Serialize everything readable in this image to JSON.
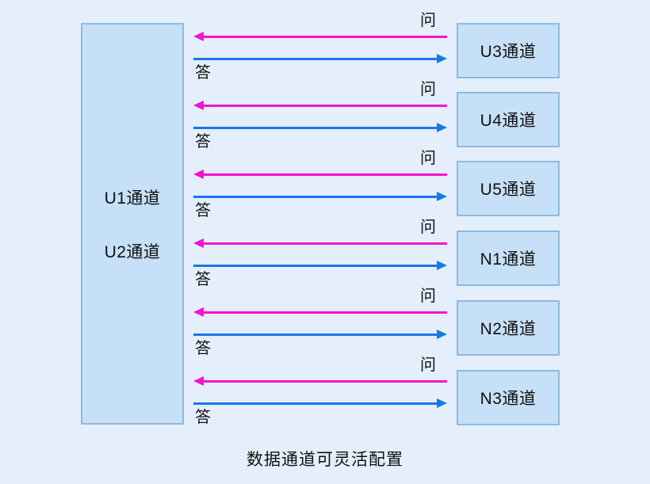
{
  "diagram": {
    "caption": "数据通道可灵活配置",
    "left_box": {
      "name": "aggregate-channel-box",
      "labels": [
        "U1通道",
        "U2通道"
      ]
    },
    "right_boxes": [
      {
        "label": "U3通道"
      },
      {
        "label": "U4通道"
      },
      {
        "label": "U5通道"
      },
      {
        "label": "N1通道"
      },
      {
        "label": "N2通道"
      },
      {
        "label": "N3通道"
      }
    ],
    "channels": [
      {
        "ask_label": "问",
        "answer_label": "答"
      },
      {
        "ask_label": "问",
        "answer_label": "答"
      },
      {
        "ask_label": "问",
        "answer_label": "答"
      },
      {
        "ask_label": "问",
        "answer_label": "答"
      },
      {
        "ask_label": "问",
        "answer_label": "答"
      },
      {
        "ask_label": "问",
        "answer_label": "答"
      }
    ],
    "colors": {
      "background": "#e4effb",
      "box_fill": "#c6e0f7",
      "box_border": "#8fb9e0",
      "ask_arrow": "#f413d0",
      "answer_arrow": "#1878e6",
      "text": "#111111"
    }
  }
}
